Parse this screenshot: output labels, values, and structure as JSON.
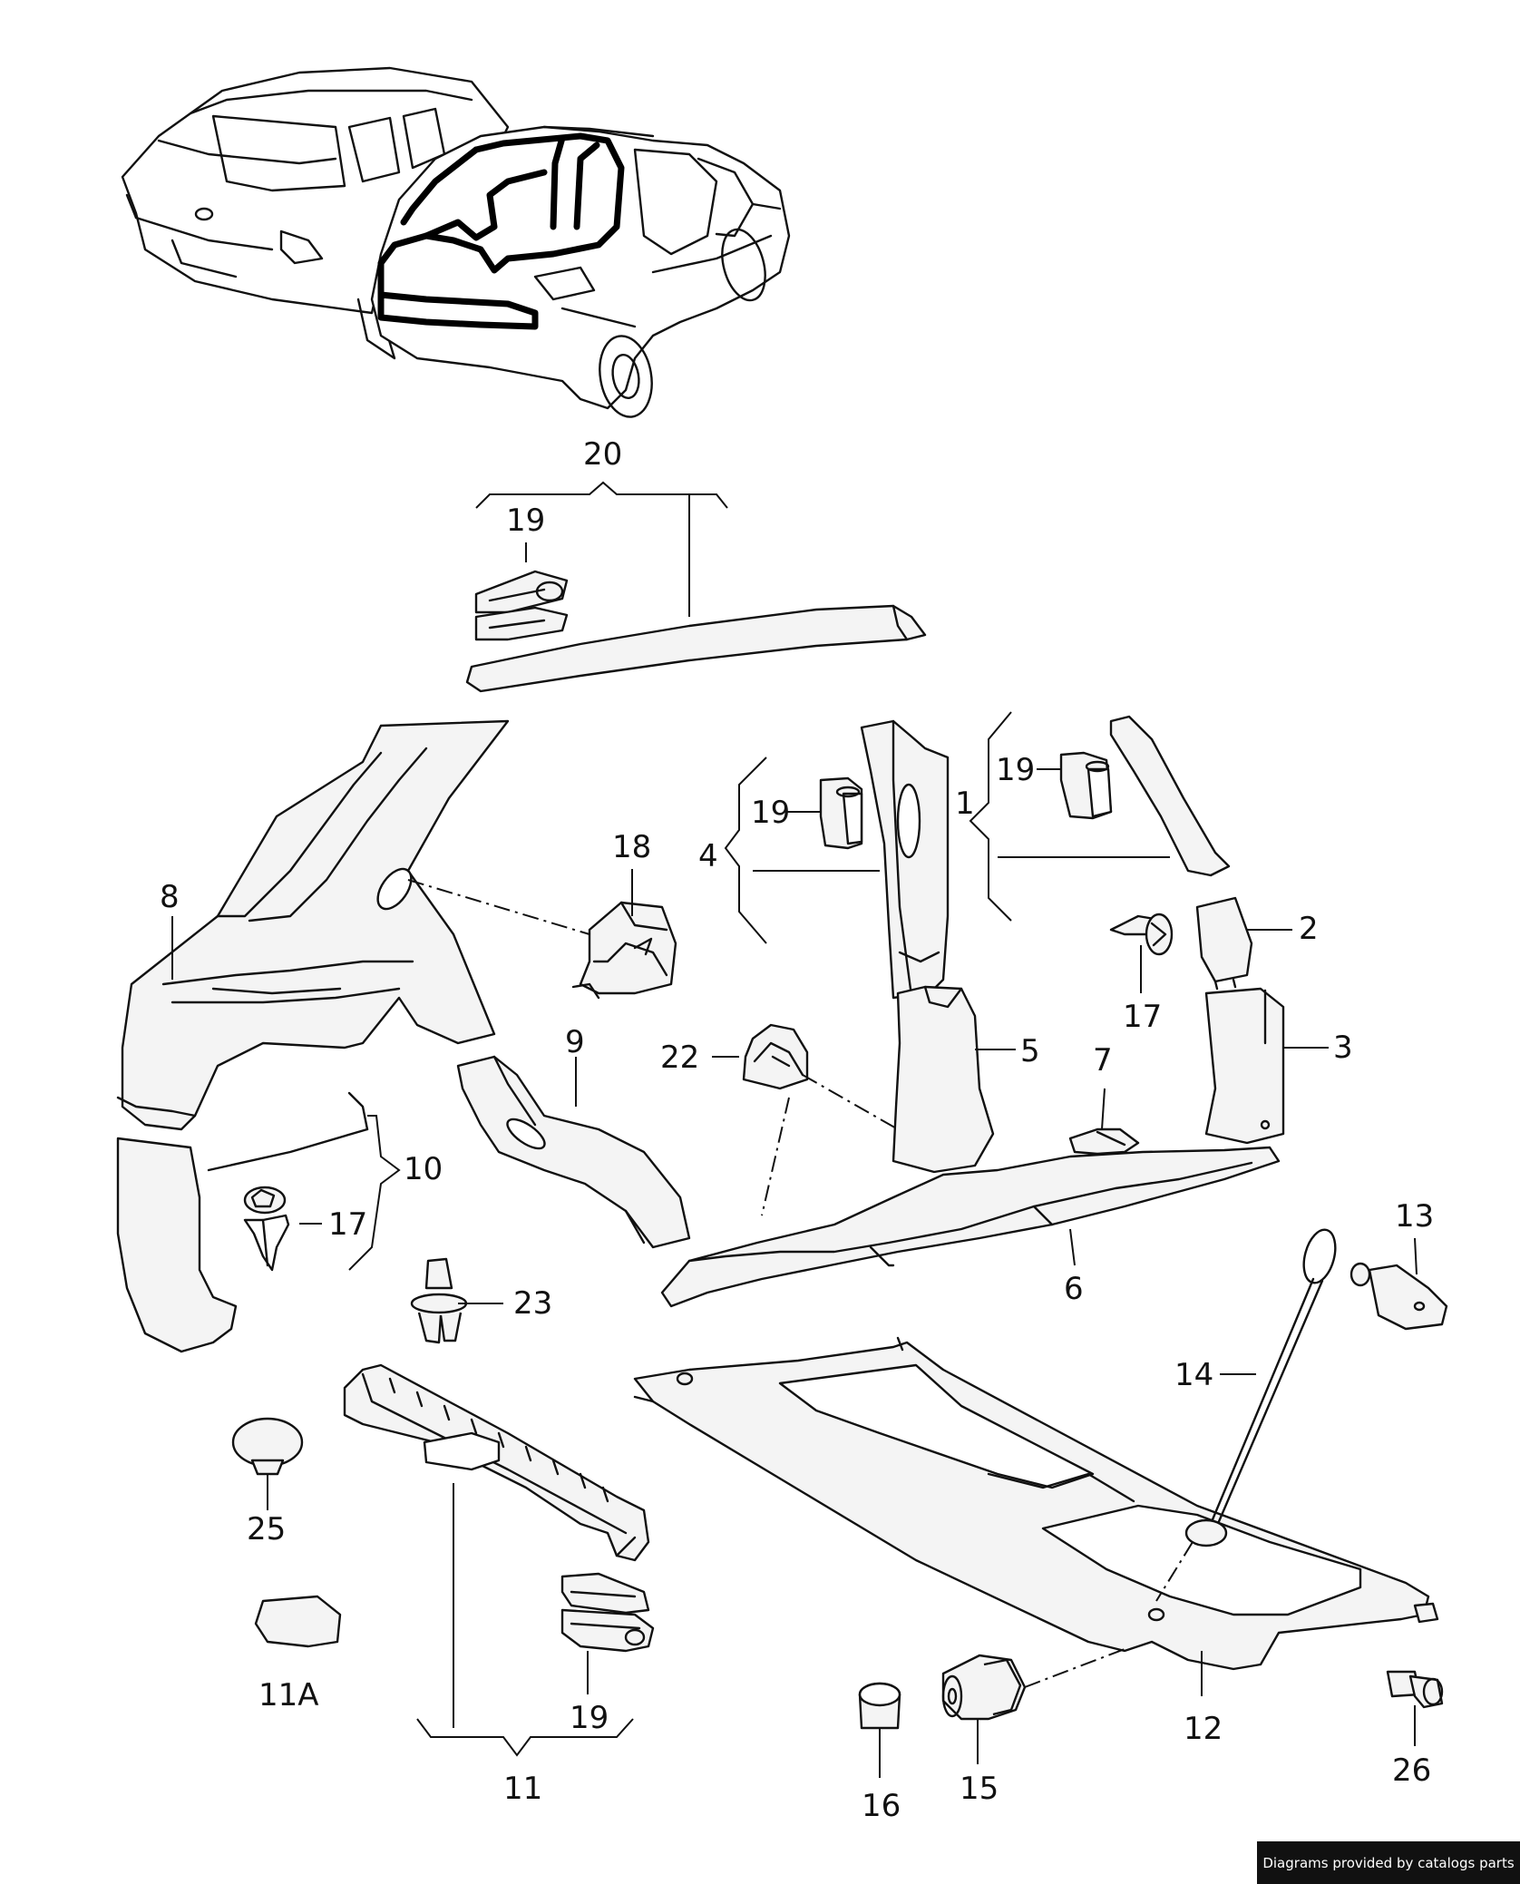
{
  "diagram": {
    "callouts": {
      "c1": "1",
      "c2": "2",
      "c3": "3",
      "c4": "4",
      "c5": "5",
      "c6": "6",
      "c7": "7",
      "c8": "8",
      "c9": "9",
      "c10": "10",
      "c11": "11",
      "c11a": "11A",
      "c12": "12",
      "c13": "13",
      "c14": "14",
      "c15": "15",
      "c16": "16",
      "c17a": "17",
      "c17b": "17",
      "c18": "18",
      "c19a": "19",
      "c19b": "19",
      "c19c": "19",
      "c19d": "19",
      "c20": "20",
      "c22": "22",
      "c23": "23",
      "c25": "25",
      "c26": "26"
    }
  },
  "footer": {
    "credit": "Diagrams provided by catalogs parts"
  },
  "colors": {
    "line": "#111111",
    "background": "#ffffff",
    "footer_bg": "#111111",
    "footer_text": "#ffffff"
  }
}
